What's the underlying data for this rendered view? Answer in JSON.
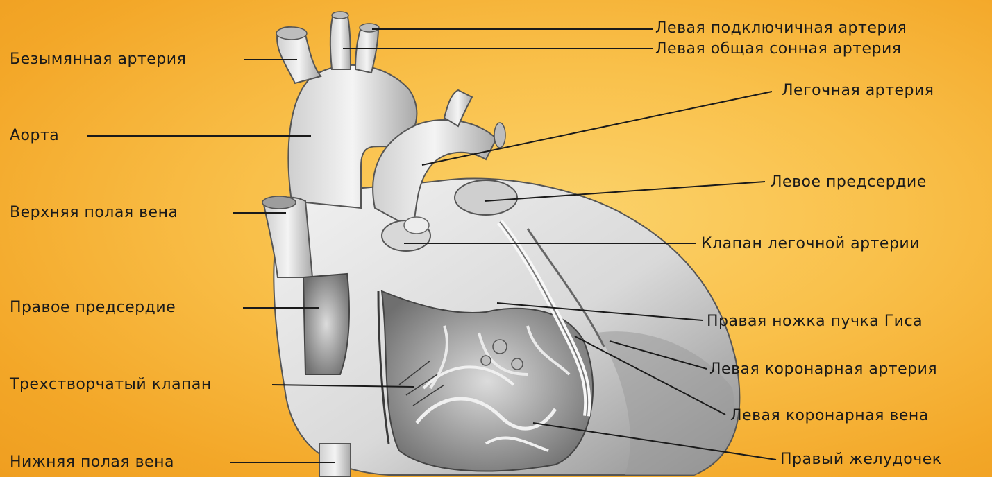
{
  "diagram": {
    "labels_left": [
      {
        "id": "innominate-artery",
        "text": "Безымянная артерия"
      },
      {
        "id": "aorta",
        "text": "Аорта"
      },
      {
        "id": "superior-vena-cava",
        "text": "Верхняя полая вена"
      },
      {
        "id": "right-atrium",
        "text": "Правое предсердие"
      },
      {
        "id": "tricuspid-valve",
        "text": "Трехстворчатый клапан"
      },
      {
        "id": "inferior-vena-cava",
        "text": "Нижняя полая вена"
      }
    ],
    "labels_right": [
      {
        "id": "left-subclavian-artery",
        "text": "Левая подключичная артерия"
      },
      {
        "id": "left-common-carotid-artery",
        "text": "Левая общая сонная артерия"
      },
      {
        "id": "pulmonary-artery",
        "text": "Легочная артерия"
      },
      {
        "id": "left-atrium",
        "text": "Левое предсердие"
      },
      {
        "id": "pulmonary-valve",
        "text": "Клапан легочной артерии"
      },
      {
        "id": "right-bundle-branch",
        "text": "Правая ножка пучка Гиса"
      },
      {
        "id": "left-coronary-artery",
        "text": "Левая коронарная артерия"
      },
      {
        "id": "left-coronary-vein",
        "text": "Левая коронарная вена"
      },
      {
        "id": "right-ventricle",
        "text": "Правый желудочек"
      }
    ],
    "colors": {
      "background": "#f9c04a",
      "heart_fill": "#e6e6e6",
      "heart_shadow": "#8a8a8a",
      "line": "#1a1a1a"
    }
  }
}
